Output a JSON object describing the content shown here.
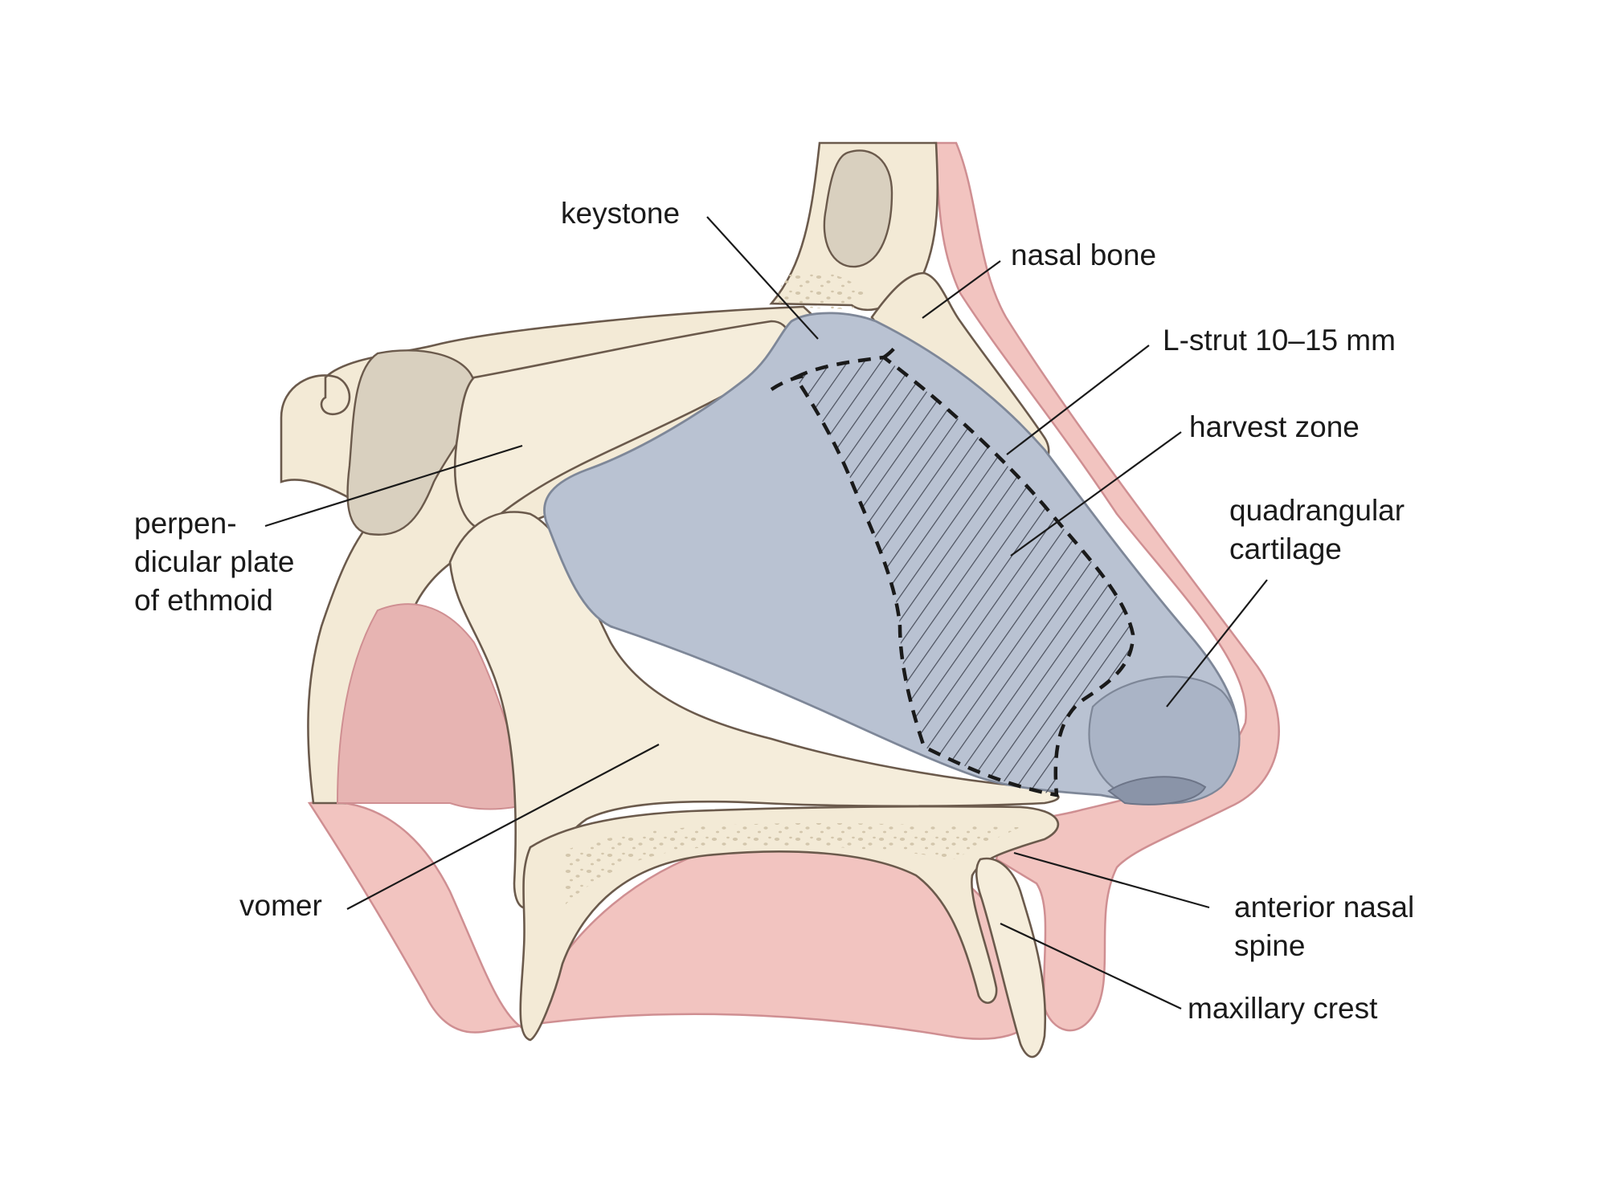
{
  "labels": {
    "keystone": "keystone",
    "nasal_bone": "nasal bone",
    "l_strut": "L-strut 10–15 mm",
    "harvest_zone": "harvest zone",
    "quadrangular_cartilage": [
      "quadrangular",
      "cartilage"
    ],
    "perpendicular_plate": [
      "perpen-",
      "dicular plate",
      "of ethmoid"
    ],
    "vomer": "vomer",
    "anterior_nasal_spine": [
      "anterior nasal",
      "spine"
    ],
    "maxillary_crest": "maxillary crest"
  },
  "colors": {
    "background": "#ffffff",
    "bone": "#f3ead6",
    "bone_outline": "#6b5a4c",
    "cancellous_bone": "#ddd2bc",
    "sinus": "#d9d0bf",
    "cartilage": "#b9c2d2",
    "cartilage_outline": "#7e8798",
    "soft_tissue": "#f2c4c0",
    "soft_tissue_dark": "#e1a3a4",
    "hatch": "#4a4f5c",
    "leader_line": "#1a1a1a",
    "text": "#1a1a1a"
  }
}
